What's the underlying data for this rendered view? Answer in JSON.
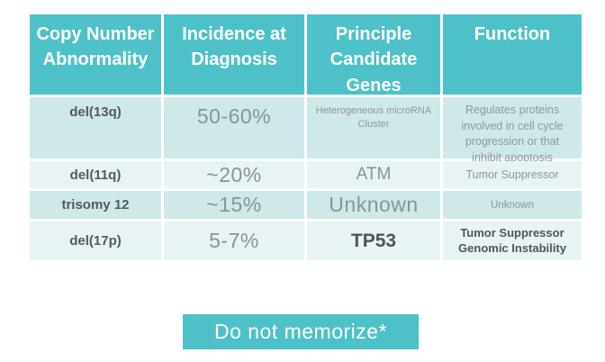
{
  "table": {
    "headers": [
      "Copy Number Abnormality",
      "Incidence at Diagnosis",
      "Principle Candidate Genes",
      "Function"
    ],
    "rows": [
      {
        "abnormality": "del(13q)",
        "incidence": "50-60%",
        "genes": "Heterogeneous microRNA Cluster",
        "function": "Regulates proteins involved in cell cycle progression or that inhibit apoptosis"
      },
      {
        "abnormality": "del(11q)",
        "incidence": "~20%",
        "genes": "ATM",
        "function": "Tumor Suppressor"
      },
      {
        "abnormality": "trisomy 12",
        "incidence": "~15%",
        "genes": "Unknown",
        "function": "Unknown"
      },
      {
        "abnormality": "del(17p)",
        "incidence": "5-7%",
        "genes": "TP53",
        "function": "Tumor Suppressor\nGenomic Instability"
      }
    ]
  },
  "banner": {
    "label": "Do not memorize*"
  },
  "colors": {
    "teal": "#4ec1c8",
    "row_alt_dark": "#cfe8ea",
    "row_alt_light": "#e7f3f5",
    "header_text": "#ffffff",
    "dark_text": "#55595e",
    "gray_text": "#8f969b"
  }
}
